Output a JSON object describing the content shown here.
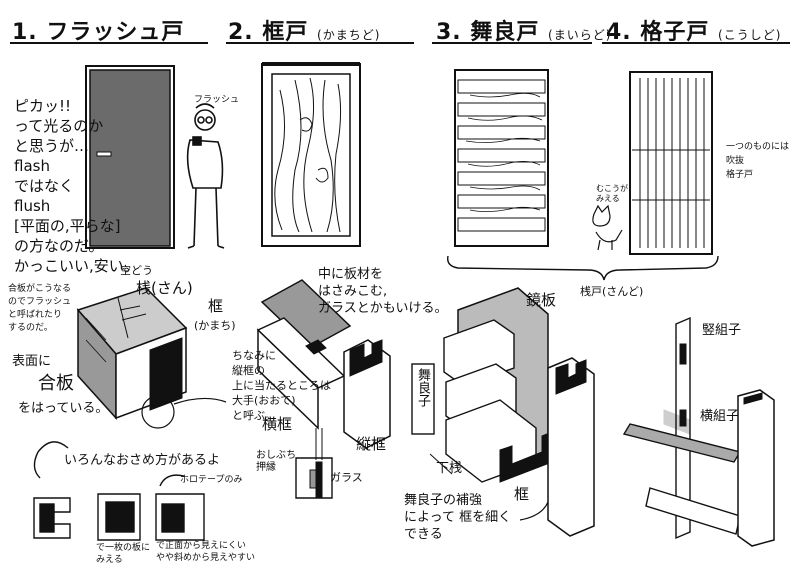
{
  "sections": [
    {
      "number": "1.",
      "name": "フラッシュ戸",
      "reading": ""
    },
    {
      "number": "2.",
      "name": "框戸",
      "reading": "(かまちど)"
    },
    {
      "number": "3.",
      "name": "舞良戸",
      "reading": "(まいらど)"
    },
    {
      "number": "4.",
      "name": "格子戸",
      "reading": "(こうしど)"
    }
  ],
  "flush": {
    "caption": "ピカッ!!\nって光るのか\nと思うが…\nflash\nではなく\nflush\n[平面の,平らな]\nの方なのだ。\nかっこいい,安い。",
    "speech": "フラッシュ",
    "cutaway_label_hollow": "空どう",
    "cutaway_note": "合板がこうなる\nのでフラッシュ\nと呼ばれたり\nするのだ。",
    "surface_note": "表面に",
    "surface_plywood": "合板",
    "surface_end": "をはっている。",
    "label_rail": "桟(さん)",
    "label_frame_title": "框",
    "label_frame_reading": "(かまち)",
    "fit_note": "いろんなおさめ方があるよ",
    "edge_tape": "ホロテープのみ",
    "fit_caption_1": "で一枚の板に\nみえる",
    "fit_caption_2": "で正面から見えにくい\nやや斜めから見えやすい"
  },
  "frame": {
    "inner_note": "中に板材を\nはさみこむ,\nガラスとかもいける。",
    "trivia": "ちなみに\n縦框の\n上に当たるところは\n大手(おおて)\nと呼ぶ。",
    "label_bottom_rail": "横框",
    "label_vertical_stile": "縦框",
    "label_stop_bead": "おしぶち\n押縁",
    "label_glass": "ガラス"
  },
  "maira": {
    "label_mirror_board": "鏡板",
    "label_maira_slat": "舞良子",
    "label_lower_rail": "下桟",
    "label_stile": "框",
    "note": "舞良子の補強\nによって 框を細く\nできる"
  },
  "lattice": {
    "label_cross_rail": "桟戸(さんど)",
    "note_muntin": "一つのものには\n吹抜\n格子戸",
    "cat_note": "むこうが\nみえる",
    "label_vertical_lattice": "竪組子",
    "label_horizontal_lattice": "横組子"
  }
}
